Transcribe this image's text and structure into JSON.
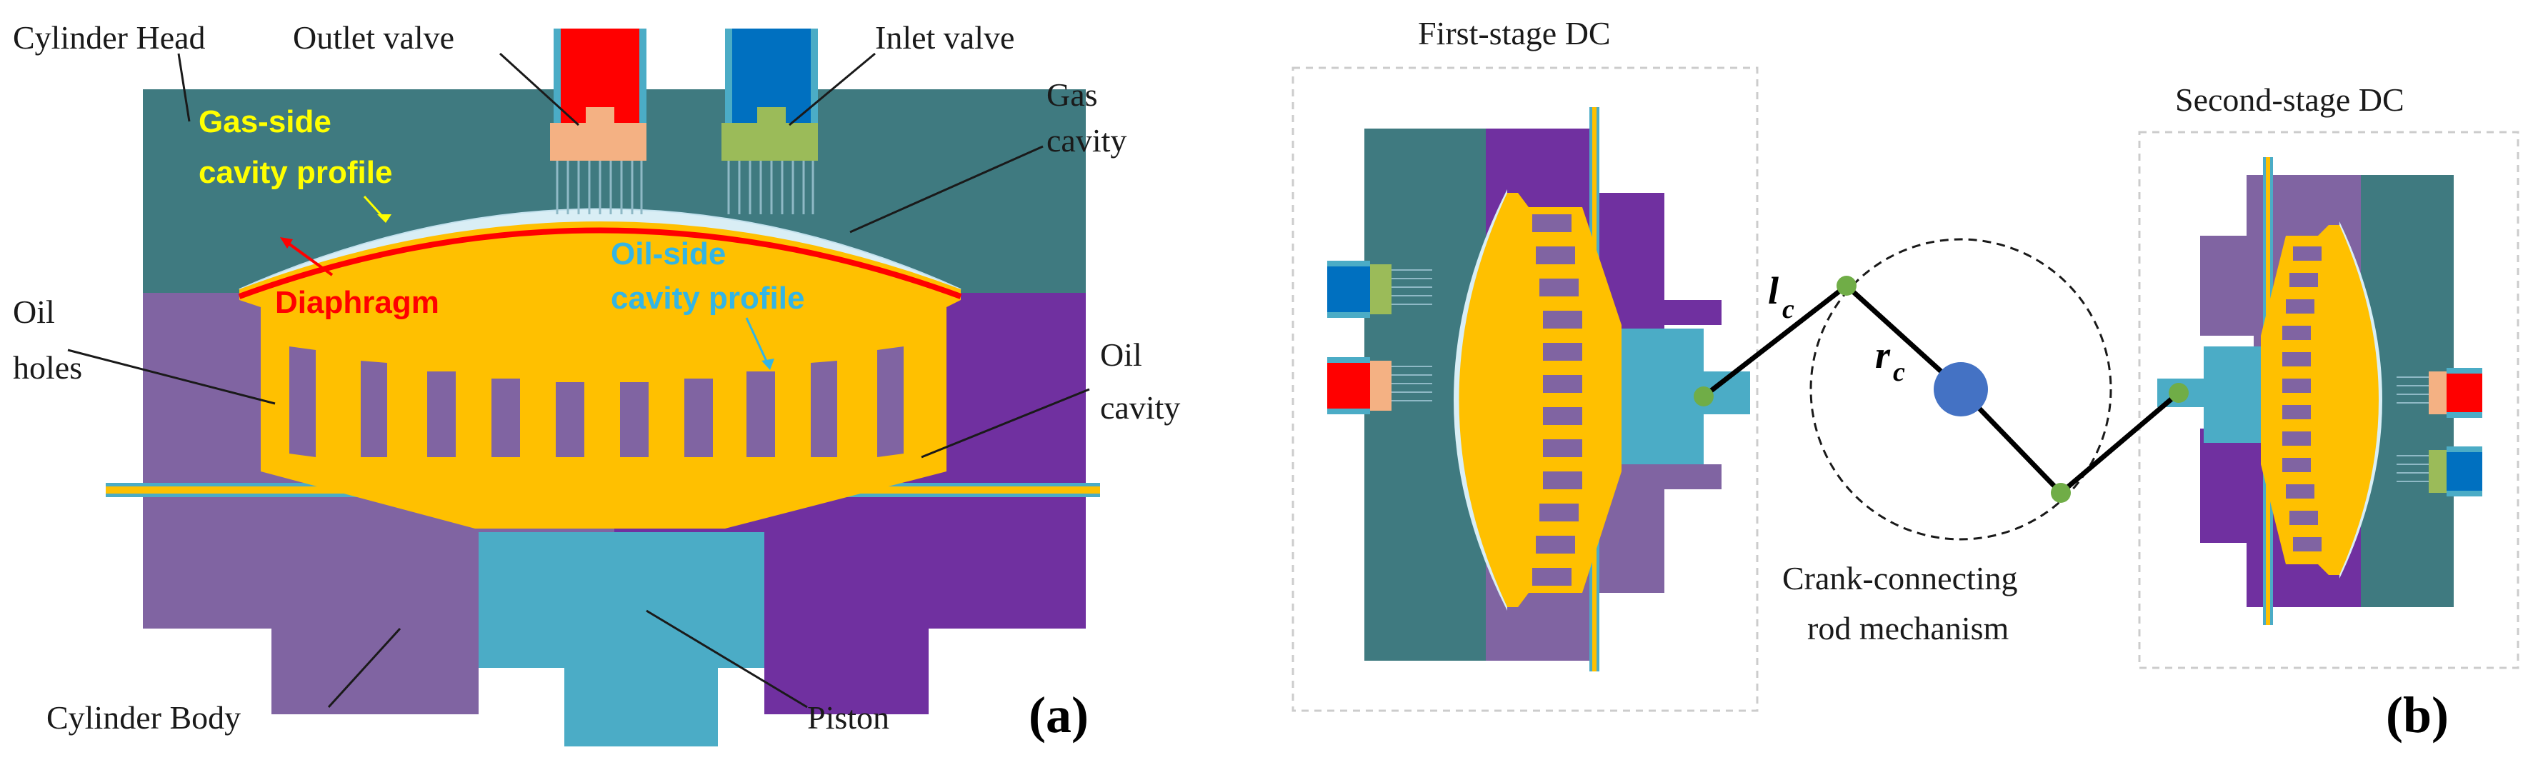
{
  "panel_a": {
    "tag": "(a)",
    "labels": {
      "cylinder_head": "Cylinder Head",
      "outlet_valve": "Outlet valve",
      "inlet_valve": "Inlet valve",
      "gas_cavity_1": "Gas",
      "gas_cavity_2": "cavity",
      "gas_side_1": "Gas-side",
      "gas_side_2": "cavity profile",
      "diaphragm": "Diaphragm",
      "oil_side_1": "Oil-side",
      "oil_side_2": "cavity profile",
      "oil_holes_1": "Oil",
      "oil_holes_2": "holes",
      "oil_cavity_1": "Oil",
      "oil_cavity_2": "cavity",
      "cylinder_body": "Cylinder Body",
      "piston": "Piston"
    }
  },
  "panel_b": {
    "tag": "(b)",
    "labels": {
      "first_stage": "First-stage DC",
      "second_stage": "Second-stage DC",
      "crank_1": "Crank-connecting",
      "crank_2": "rod mechanism",
      "l_main": "l",
      "l_sub": "c",
      "r_main": "r",
      "r_sub": "c"
    }
  },
  "colors": {
    "cylinder_head": "#3f7a80",
    "cylinder_body_light": "#8064a2",
    "cylinder_body_dark": "#7030a0",
    "oil": "#ffc000",
    "piston": "#4bacc6",
    "diaphragm": "#ff0000",
    "gas_cavity": "#d9eef5",
    "outlet_valve": "#ff0000",
    "inlet_valve": "#0070c0",
    "outlet_seat": "#f4b183",
    "inlet_seat": "#9bbb59",
    "crank_center": "#4472c4",
    "pin": "#70ad47",
    "gas_side_text": "#ffff00",
    "oil_side_text": "#33b5e5"
  }
}
